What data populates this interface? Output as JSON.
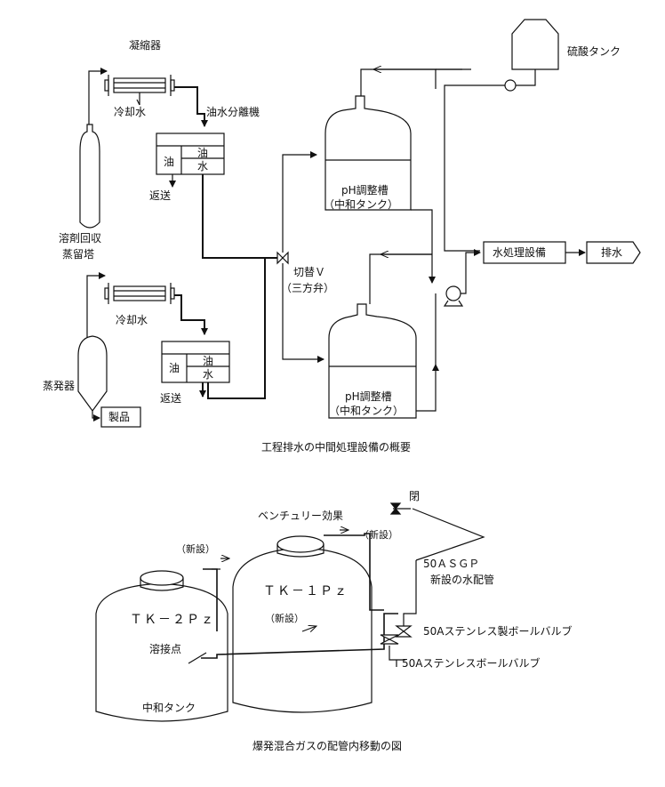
{
  "diagram1": {
    "caption": "工程排水の中間処理設備の概要",
    "condenser": "凝縮器",
    "cooling_water_1": "冷却水",
    "cooling_water_2": "冷却水",
    "oil_water_separator": "油水分離機",
    "sep1": {
      "oil_left": "油",
      "oil": "油",
      "water": "水"
    },
    "sep2": {
      "oil_left": "油",
      "oil": "油",
      "water": "水"
    },
    "return_1": "返送",
    "return_2": "返送",
    "solvent_tower_line1": "溶剤回収",
    "solvent_tower_line2": "蒸留塔",
    "evaporator": "蒸発器",
    "product": "製品",
    "switch_valve_line1": "切替Ｖ",
    "switch_valve_line2": "（三方弁）",
    "ph_tank1_line1": "pH調整槽",
    "ph_tank1_line2": "（中和タンク）",
    "ph_tank2_line1": "pH調整槽",
    "ph_tank2_line2": "（中和タンク）",
    "sulfuric_tank": "硫酸タンク",
    "water_treatment": "水処理設備",
    "discharge": "排水"
  },
  "diagram2": {
    "caption": "爆発混合ガスの配管内移動の図",
    "closed": "閉",
    "venturi": "ベンチュリー効果",
    "new1": "（新設）",
    "new2": "（新設）",
    "new3": "（新設）",
    "pipe_line1": "50ＡＳＧＰ",
    "pipe_line2": "新設の水配管",
    "tk1": "ＴＫ－１Ｐｚ",
    "tk2": "ＴＫ－２Ｐｚ",
    "weld_point": "溶接点",
    "neutral_tank": "中和タンク",
    "valve1": "50Aステンレス製ボールバルブ",
    "valve2": "50Aステンレスボールバルブ"
  }
}
